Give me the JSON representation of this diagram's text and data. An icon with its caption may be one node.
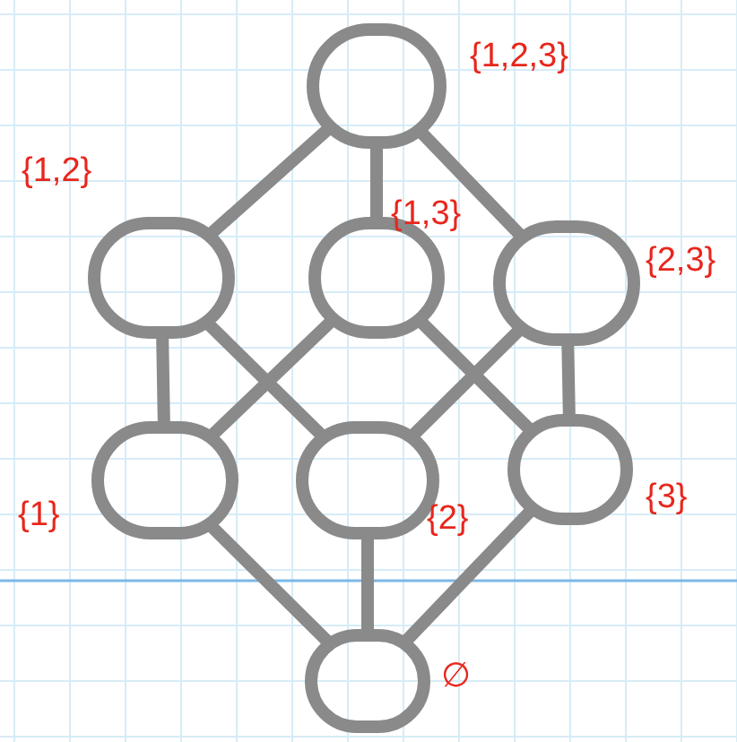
{
  "diagram": {
    "nodes": [
      {
        "text": [],
        "shape": "circle",
        "beside": [
          "{1,2,3}"
        ]
      },
      {
        "text": [],
        "shape": "circle",
        "beside": [
          "{1,2}"
        ]
      },
      {
        "text": [],
        "shape": "circle",
        "beside": [
          "{1,3}"
        ]
      },
      {
        "text": [],
        "shape": "circle",
        "beside": [
          "{2,3}"
        ]
      },
      {
        "text": [],
        "shape": "circle",
        "beside": [
          "{1}"
        ]
      },
      {
        "text": [],
        "shape": "circle",
        "beside": [
          "{2}"
        ]
      },
      {
        "text": [],
        "shape": "circle",
        "beside": [
          "{3}"
        ]
      },
      {
        "text": [],
        "shape": "circle",
        "beside": [
          "∅"
        ]
      }
    ],
    "edges": [
      {
        "from": 0,
        "to": 1,
        "arrow": "none"
      },
      {
        "from": 0,
        "to": 2,
        "arrow": "none"
      },
      {
        "from": 0,
        "to": 3,
        "arrow": "none"
      },
      {
        "from": 1,
        "to": 4,
        "arrow": "none"
      },
      {
        "from": 1,
        "to": 5,
        "arrow": "none"
      },
      {
        "from": 2,
        "to": 4,
        "arrow": "none"
      },
      {
        "from": 2,
        "to": 6,
        "arrow": "none"
      },
      {
        "from": 3,
        "to": 5,
        "arrow": "none"
      },
      {
        "from": 3,
        "to": 6,
        "arrow": "none"
      },
      {
        "from": 4,
        "to": 7,
        "arrow": "none"
      },
      {
        "from": 5,
        "to": 7,
        "arrow": "none"
      },
      {
        "from": 6,
        "to": 7,
        "arrow": "none"
      }
    ]
  }
}
